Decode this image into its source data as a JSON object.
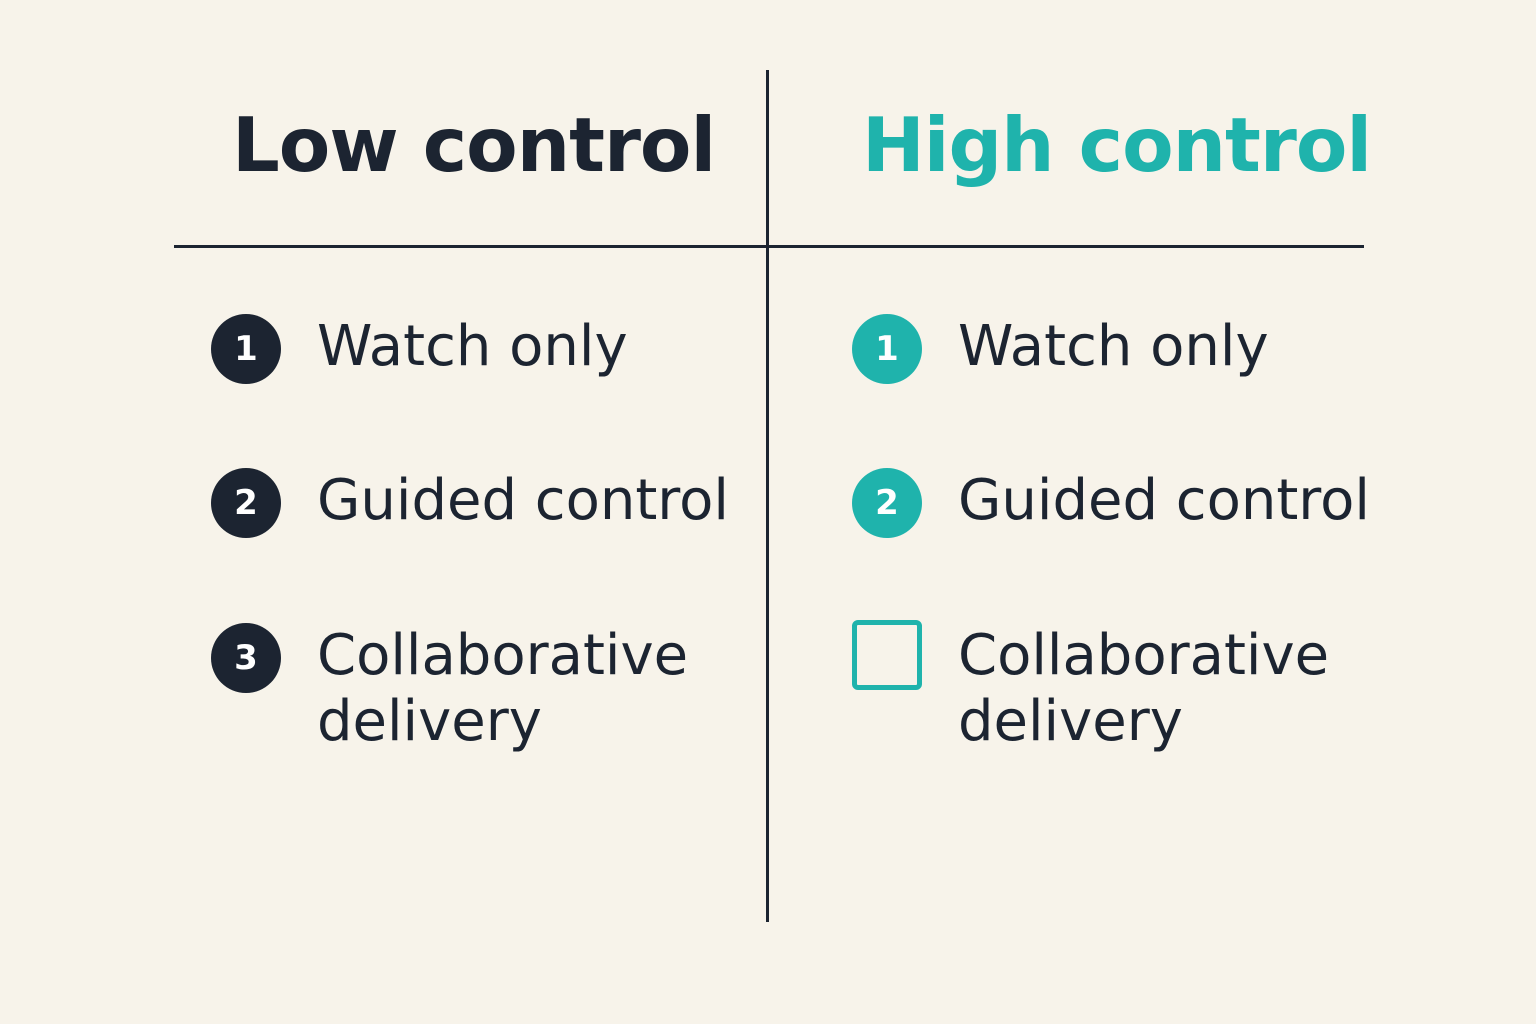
{
  "colors": {
    "background": "#f7f3ea",
    "ink": "#1c2431",
    "accent": "#1fb3ac"
  },
  "left": {
    "heading": "Low control",
    "items": [
      {
        "marker": "1",
        "label": "Watch only"
      },
      {
        "marker": "2",
        "label": "Guided control"
      },
      {
        "marker": "3",
        "label_line1": "Collaborative",
        "label_line2": "delivery"
      }
    ]
  },
  "right": {
    "heading": "High control",
    "items": [
      {
        "marker": "1",
        "label": "Watch only"
      },
      {
        "marker": "2",
        "label": "Guided control"
      },
      {
        "marker_icon": "checkbox-empty-icon",
        "label_line1": "Collaborative",
        "label_line2": "delivery"
      }
    ]
  }
}
